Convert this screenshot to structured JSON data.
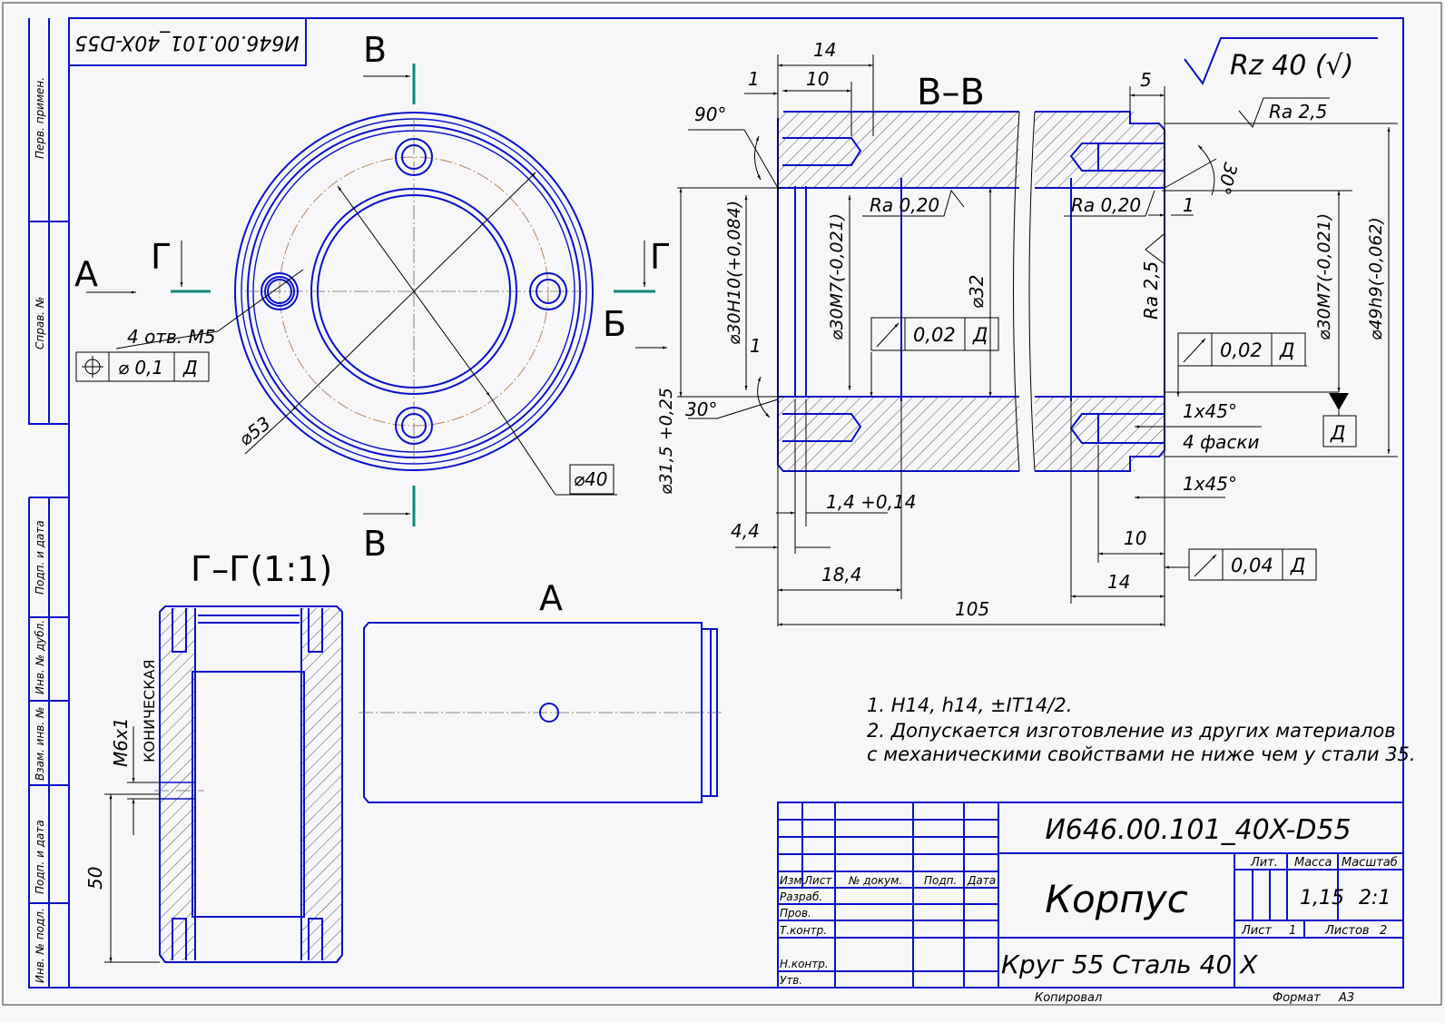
{
  "stamp_code": "И646.00.101_40X-D55",
  "side_strip": [
    "Перв. примен.",
    "Справ. №",
    "Подп. и дата",
    "Инв. № дубл.",
    "Взам. инв. №",
    "Подп. и дата",
    "Инв. № подл."
  ],
  "front_view": {
    "cut_label_top": "В",
    "cut_label_bottom": "В",
    "view_label_a": "А",
    "view_label_b": "Б",
    "section_g_left": "Г",
    "section_g_right": "Г",
    "holes_note": "4 отв. М5",
    "position_tolerance": {
      "value": "⌀ 0,1",
      "datum": "Д"
    },
    "dia_53": "⌀53",
    "dia_40": "⌀40"
  },
  "section_bb": {
    "title": "В–В",
    "dims": [
      "14",
      "10",
      "1",
      "90°",
      "5",
      "1",
      "30°",
      "1",
      "30°",
      "1,4 +0,14",
      "4,4",
      "18,4",
      "105",
      "10",
      "14",
      "1x45°",
      "4 фаски",
      "1x45°"
    ],
    "dia_30h10": "⌀30Н10(+0,084)",
    "dia_30m7_left": "⌀30М7(-0,021)",
    "dia_32": "⌀32",
    "dia_30m7_right": "⌀30М7(-0,021)",
    "dia_49h9": "⌀49h9(-0,062)",
    "dia_315": "⌀31,5 +0,25",
    "roughness": [
      "Ra 0,20",
      "Ra 0,20",
      "Ra 2,5",
      "Ra 2,5"
    ],
    "general_roughness": "Rz 40 (√)",
    "runout_1": {
      "value": "0,02",
      "datum": "Д"
    },
    "runout_2": {
      "value": "0,02",
      "datum": "Д"
    },
    "runout_3": {
      "value": "0,04",
      "datum": "Д"
    },
    "datum": "Д"
  },
  "section_gg": {
    "title": "Г–Г(1:1)",
    "thread": "М6х1",
    "thread_type": "КОНИЧЕСКАЯ",
    "dim_50": "50"
  },
  "view_a": {
    "title": "А"
  },
  "notes": [
    "1. H14, h14, ±IT14/2.",
    "2. Допускается изготовление из других материалов",
    "с механическими свойствами не ниже чем у стали 35."
  ],
  "title_block": {
    "doc_number": "И646.00.101_40X-D55",
    "part_name": "Корпус",
    "material": "Круг 55  Сталь 40 Х",
    "headers": [
      "Изм.",
      "Лист",
      "№ докум.",
      "Подп.",
      "Дата"
    ],
    "roles": [
      "Разраб.",
      "Пров.",
      "Т.контр.",
      "Н.контр.",
      "Утв."
    ],
    "lit_label": "Лит.",
    "mass_label": "Масса",
    "scale_label": "Масштаб",
    "mass": "1,15",
    "scale": "2:1",
    "sheet_label": "Лист",
    "sheet": "1",
    "sheets_label": "Листов",
    "sheets": "2"
  },
  "footer": {
    "copied": "Копировал",
    "format_label": "Формат",
    "format": "А3"
  }
}
